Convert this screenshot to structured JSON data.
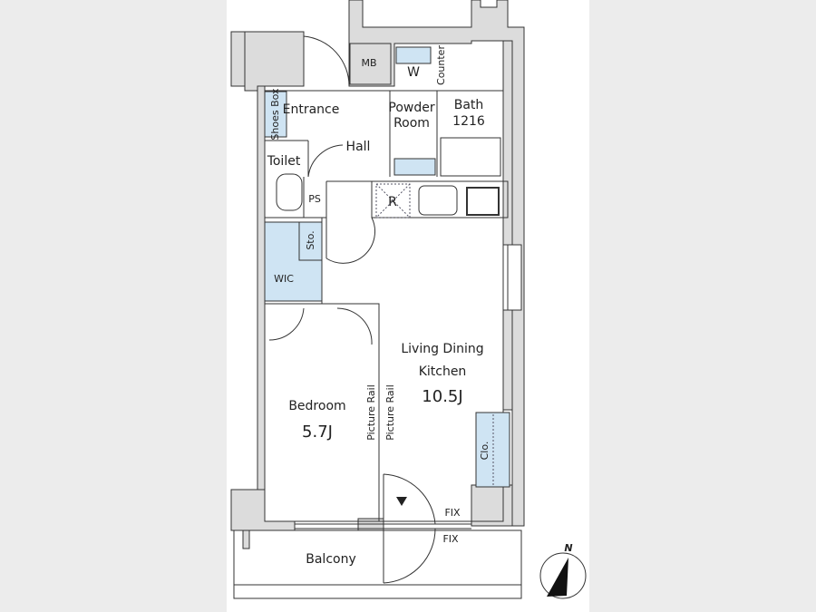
{
  "rooms": {
    "entrance": "Entrance",
    "shoes_box": "Shoes Box",
    "hall": "Hall",
    "toilet": "Toilet",
    "ps": "PS",
    "mb": "MB",
    "washer": "W",
    "counter": "Counter",
    "powder_room_1": "Powder",
    "powder_room_2": "Room",
    "bath_1": "Bath",
    "bath_2": "1216",
    "refrigerator": "R",
    "storage": "Sto.",
    "wic": "WIC",
    "bedroom": "Bedroom",
    "bedroom_size": "5.7J",
    "picture_rail_left": "Picture Rail",
    "picture_rail_right": "Picture Rail",
    "ldk_1": "Living Dining",
    "ldk_2": "Kitchen",
    "ldk_size": "10.5J",
    "closet": "Clo.",
    "fix_inner": "FIX",
    "fix_outer": "FIX",
    "balcony": "Balcony"
  },
  "compass": {
    "label": "N"
  },
  "colors": {
    "storage_fill": "#cfe4f3",
    "wall_fill": "#dcdcdc"
  }
}
